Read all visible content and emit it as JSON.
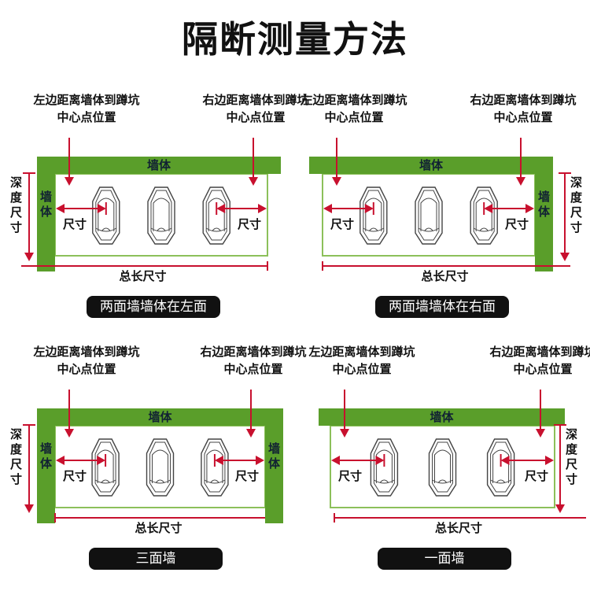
{
  "title": "隔断测量方法",
  "colors": {
    "wall": "#5a9e2a",
    "arrow": "#c8102e",
    "caption_bg": "#111111"
  },
  "labels": {
    "left_distance_line1": "左边距离墙体到蹲坑",
    "left_distance_line2": "中心点位置",
    "right_distance_line1": "右边距离墙体到蹲坑",
    "right_distance_line2": "中心点位置",
    "wall": "墙体",
    "depth": "深度尺寸",
    "size": "尺寸",
    "total_length": "总长尺寸"
  },
  "panels": [
    {
      "caption": "两面墙墙体在左面"
    },
    {
      "caption": "两面墙墙体在右面"
    },
    {
      "caption": "三面墙"
    },
    {
      "caption": "一面墙"
    }
  ]
}
